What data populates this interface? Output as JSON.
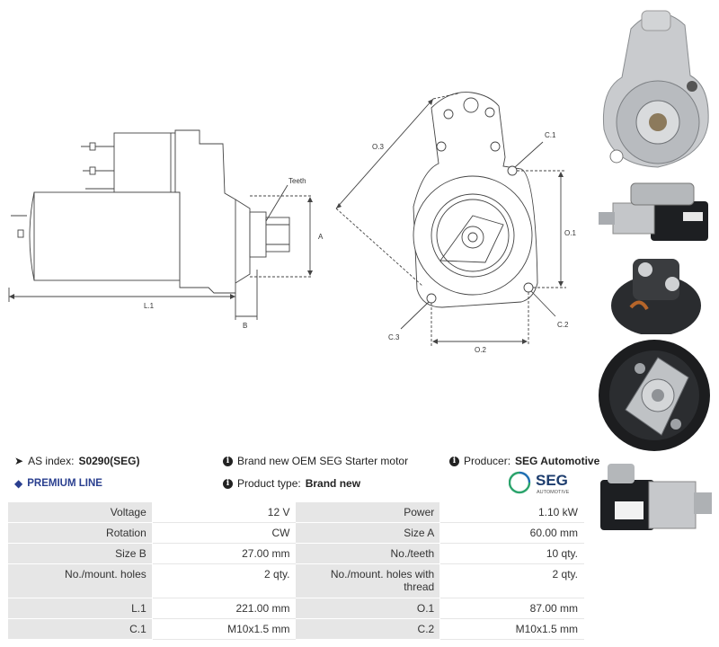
{
  "drawing": {
    "labels": {
      "teeth": "Teeth",
      "a": "A",
      "b": "B",
      "l1": "L.1",
      "o3": "O.3",
      "c1": "C.1",
      "o1": "O.1",
      "c2": "C.2",
      "c3": "C.3",
      "o2": "O.2"
    }
  },
  "info": {
    "as_index_label": "AS index:",
    "as_index_value": "S0290(SEG)",
    "premium_line": "PREMIUM LINE",
    "description": "Brand new OEM SEG Starter motor",
    "product_type_label": "Product type:",
    "product_type_value": "Brand new",
    "producer_label": "Producer:",
    "producer_value": "SEG Automotive"
  },
  "logo": {
    "brand": "SEG",
    "sub": "AUTOMOTIVE",
    "ring_color": "#2aa36b"
  },
  "specs": [
    {
      "k1": "Voltage",
      "v1": "12 V",
      "k2": "Power",
      "v2": "1.10 kW"
    },
    {
      "k1": "Rotation",
      "v1": "CW",
      "k2": "Size A",
      "v2": "60.00 mm"
    },
    {
      "k1": "Size B",
      "v1": "27.00 mm",
      "k2": "No./teeth",
      "v2": "10 qty."
    },
    {
      "k1": "No./mount. holes",
      "v1": "2 qty.",
      "k2": "No./mount. holes with thread",
      "v2": "2 qty."
    },
    {
      "k1": "L.1",
      "v1": "221.00 mm",
      "k2": "O.1",
      "v2": "87.00 mm"
    },
    {
      "k1": "C.1",
      "v1": "M10x1.5 mm",
      "k2": "C.2",
      "v2": "M10x1.5 mm"
    }
  ],
  "photos": [
    {
      "name": "starter-front-view-photo"
    },
    {
      "name": "starter-side-view-photo"
    },
    {
      "name": "starter-rear-view-photo"
    },
    {
      "name": "starter-bottom-view-photo"
    },
    {
      "name": "starter-label-view-photo"
    }
  ]
}
